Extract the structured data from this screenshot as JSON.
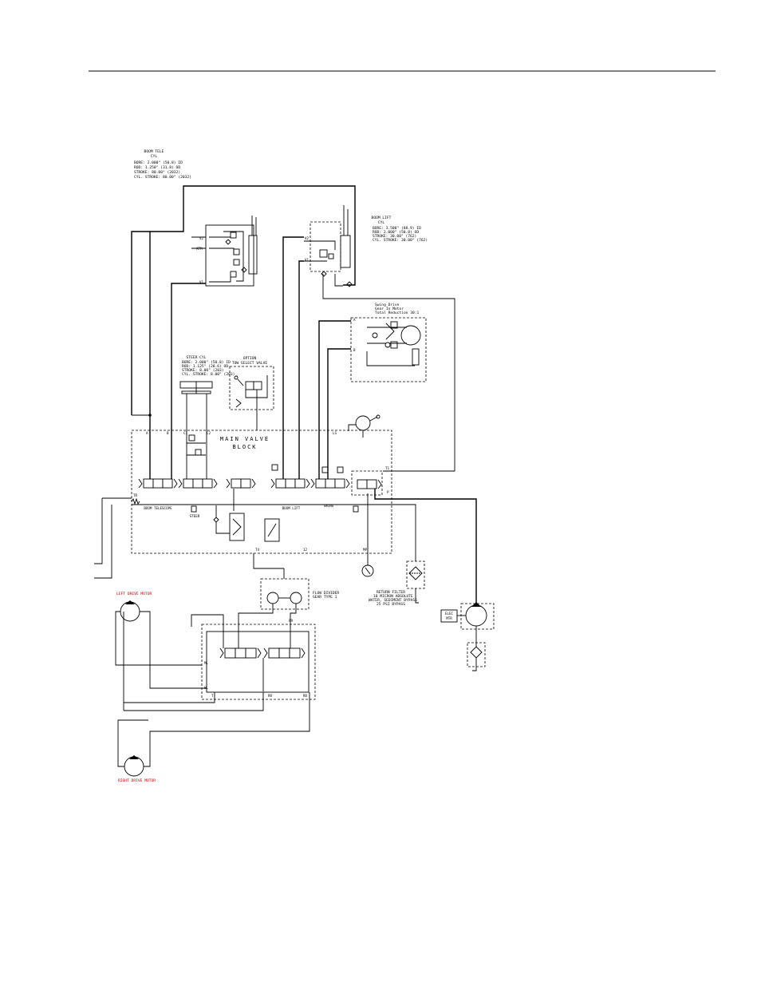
{
  "labels": {
    "boom_tele_cyl": {
      "title": [
        "BOOM TELE",
        "CYL"
      ],
      "notes": [
        "BORE: 2.000\" (50.8) ID",
        "ROD: 1.250\" (31.8) OD",
        "STROKE: 80.00\" (2032)",
        "CYL. STROKE: 80.00\" (2032)"
      ]
    },
    "boom_lift_cyl": {
      "title": [
        "BOOM LIFT",
        "CYL"
      ],
      "notes": [
        "BORE: 3.500\" (88.9) ID",
        "ROD: 2.000\" (50.8) OD",
        "STROKE: 30.00\" (762)",
        "CYL. STROKE: 30.00\" (762)"
      ]
    },
    "swing_drive": [
      "Swing Drive",
      "Gear In Motor",
      "Total Reduction 30:1"
    ],
    "steer_cyl": {
      "title": "STEER CYL",
      "notes": [
        "BORE: 2.000\" (50.8) ID",
        "ROD: 1.125\" (28.6) OD",
        "STROKE: 8.00\" (203)",
        "CYL. STROKE: 8.00\" (203)"
      ]
    },
    "option_tow": [
      "OPTION",
      "TOW SELECT VALVE"
    ],
    "main_valve": [
      "MAIN VALVE",
      "BLOCK"
    ],
    "sections": [
      "BOOM TELESCOPE",
      "STEER",
      "BOOM LIFT",
      "SWING"
    ],
    "flow_divider": [
      "FLOW DIVIDER",
      "GEAR TYPE 1"
    ],
    "return_filter": [
      "RETURN FILTER",
      "10 MICRON ABSOLUTE",
      "WATER, SEDIMENT BYPASS",
      "25 PSI BYPASS"
    ],
    "left_motor": "LEFT DRIVE MOTOR",
    "right_motor": "RIGHT DRIVE MOTOR",
    "pump_motor": [
      "ELEC",
      "MTR"
    ],
    "ports": [
      "V2",
      "ATM",
      "V1",
      "V2",
      "V1",
      "A",
      "B",
      "A",
      "B",
      "C1",
      "C2",
      "TR",
      "LS",
      "T1",
      "P",
      "12",
      "T4",
      "MP",
      "ML",
      "HL",
      "T",
      "RR",
      "RR",
      "PR"
    ]
  }
}
